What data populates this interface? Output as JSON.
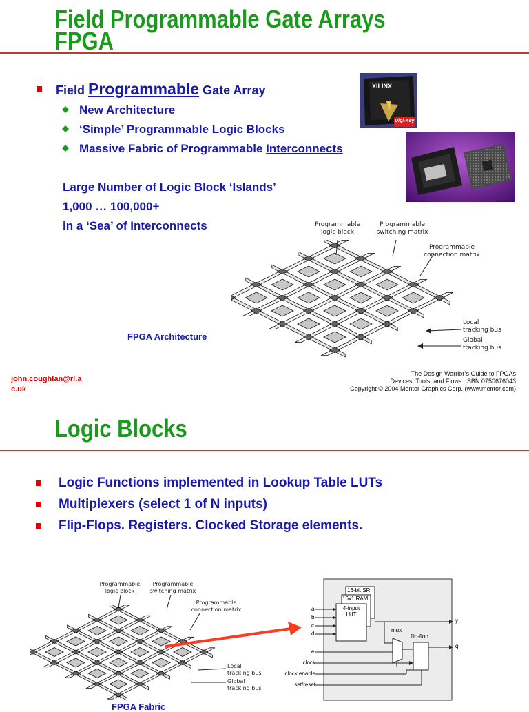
{
  "slide1": {
    "title_line1": "Field Programmable Gate Arrays",
    "title_line2": "FPGA",
    "main_bullet_prefix": "Field ",
    "main_bullet_emph": "Programmable",
    "main_bullet_suffix": " Gate Array",
    "sub_bullets": [
      "New Architecture",
      "‘Simple’ Programmable Logic Blocks",
      "Massive Fabric of Programmable "
    ],
    "sub_bullet3_link": "Interconnects",
    "block_line1": "Large Number of Logic Block ‘Islands’",
    "block_line2": "1,000 … 100,000+",
    "block_line3": "in a ‘Sea’ of Interconnects",
    "diagram_caption": "FPGA Architecture",
    "diagram_labels": {
      "plb": "Programmable\nlogic block",
      "psm": "Programmable\nswitching matrix",
      "pcm": "Programmable\nconnection matrix",
      "local": "Local\ntracking bus",
      "global": "Global\ntracking bus"
    },
    "chip_logo": "XILINX",
    "chip_badge": "Digi-Key",
    "email_line1": "john.coughlan@rl.a",
    "email_line2": "c.uk",
    "credit_line1": "The Design Warrior’s Guide to FPGAs",
    "credit_line2": "Devices, Tools, and Flows. ISBN 0750676043",
    "credit_line3": "Copyright © 2004 Mentor Graphics Corp. (www.mentor.com)"
  },
  "slide2": {
    "title": "Logic Blocks",
    "bullets": [
      "Logic Functions implemented in Lookup Table LUTs",
      "Multiplexers (select 1 of N inputs)",
      "Flip-Flops. Registers. Clocked Storage elements."
    ],
    "diagram_labels": {
      "plb": "Programmable\nlogic block",
      "psm": "Programmable\nswitching matrix",
      "pcm": "Programmable\nconnection matrix",
      "local": "Local\ntracking bus",
      "global": "Global\ntracking bus"
    },
    "circuit": {
      "sr": "16-bit SR",
      "ram": "16x1 RAM",
      "lut": "4-input\nLUT",
      "mux": "mux",
      "ff": "flip-flop",
      "inputs": [
        "a",
        "b",
        "c",
        "d"
      ],
      "e": "e",
      "clock": "clock",
      "clock_enable": "clock enable",
      "set_reset": "set/reset",
      "out_y": "y",
      "out_q": "q"
    },
    "caption_partial": "FPGA Fabric"
  },
  "colors": {
    "title_green": "#1a9a1a",
    "rule_red": "#c0392b",
    "text_blue": "#1a1aaa",
    "bullet_red": "#e00000",
    "arrow_red": "#ff3b1f"
  }
}
